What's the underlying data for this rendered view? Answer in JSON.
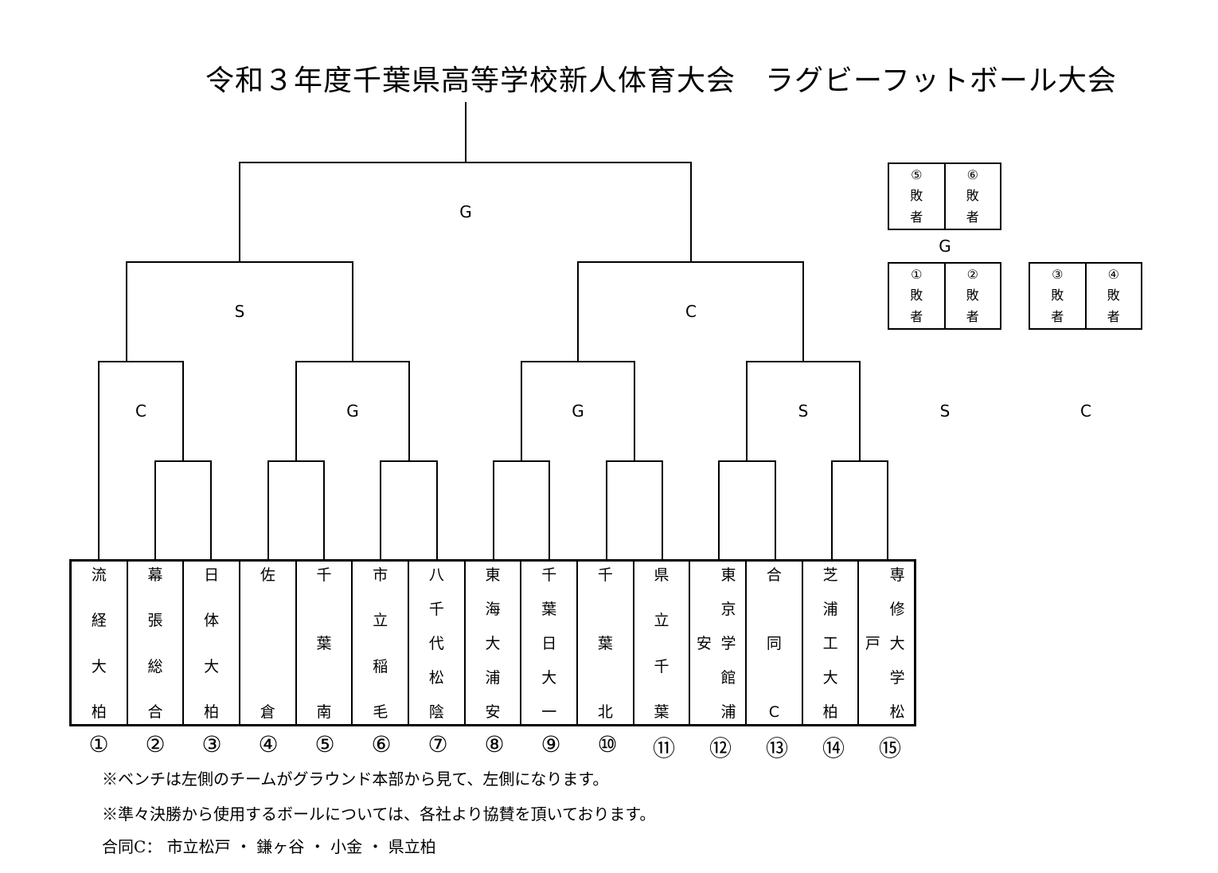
{
  "title": "令和３年度千葉県高等学校新人体育大会　ラグビーフットボール大会",
  "final_label": "G",
  "semi_labels": [
    "S",
    "C"
  ],
  "quarter_labels": [
    "C",
    "G",
    "G",
    "S"
  ],
  "teams": [
    {
      "chars": [
        "流",
        "経",
        "大",
        "柏"
      ]
    },
    {
      "chars": [
        "幕",
        "張",
        "総",
        "合"
      ]
    },
    {
      "chars": [
        "日",
        "体",
        "大",
        "柏"
      ]
    },
    {
      "chars": [
        "佐",
        "倉"
      ]
    },
    {
      "chars": [
        "千",
        "葉",
        "南"
      ]
    },
    {
      "chars": [
        "市",
        "立",
        "稲",
        "毛"
      ]
    },
    {
      "chars": [
        "八",
        "千",
        "代",
        "松",
        "陰"
      ]
    },
    {
      "chars": [
        "東",
        "海",
        "大",
        "浦",
        "安"
      ]
    },
    {
      "chars": [
        "千",
        "葉",
        "日",
        "大",
        "一"
      ]
    },
    {
      "chars": [
        "千",
        "葉",
        "北"
      ]
    },
    {
      "chars": [
        "県",
        "立",
        "千",
        "葉"
      ]
    },
    {
      "chars": [
        "東",
        "京",
        "学",
        "館",
        "浦"
      ],
      "side": "安"
    },
    {
      "chars": [
        "合",
        "同",
        "C"
      ]
    },
    {
      "chars": [
        "芝",
        "浦",
        "工",
        "大",
        "柏"
      ]
    },
    {
      "chars": [
        "専",
        "修",
        "大",
        "学",
        "松"
      ],
      "side": "戸"
    }
  ],
  "numbers": [
    "①",
    "②",
    "③",
    "④",
    "⑤",
    "⑥",
    "⑦",
    "⑧",
    "⑨",
    "⑩",
    "⑪",
    "⑫",
    "⑬",
    "⑭",
    "⑮"
  ],
  "consolation": {
    "top": {
      "left": [
        "⑤",
        "敗",
        "者"
      ],
      "right": [
        "⑥",
        "敗",
        "者"
      ],
      "label": "G"
    },
    "mid": {
      "left": [
        "①",
        "敗",
        "者"
      ],
      "right": [
        "②",
        "敗",
        "者"
      ]
    },
    "side": {
      "left": [
        "③",
        "敗",
        "者"
      ],
      "right": [
        "④",
        "敗",
        "者"
      ]
    },
    "extra_labels": [
      "S",
      "C"
    ]
  },
  "notes": [
    "※ベンチは左側のチームがグラウンド本部から見て、左側になります。",
    "※準々決勝から使用するボールについては、各社より協賛を頂いております。",
    "合同C： 市立松戸 ・ 鎌ヶ谷 ・ 小金 ・ 県立柏"
  ]
}
